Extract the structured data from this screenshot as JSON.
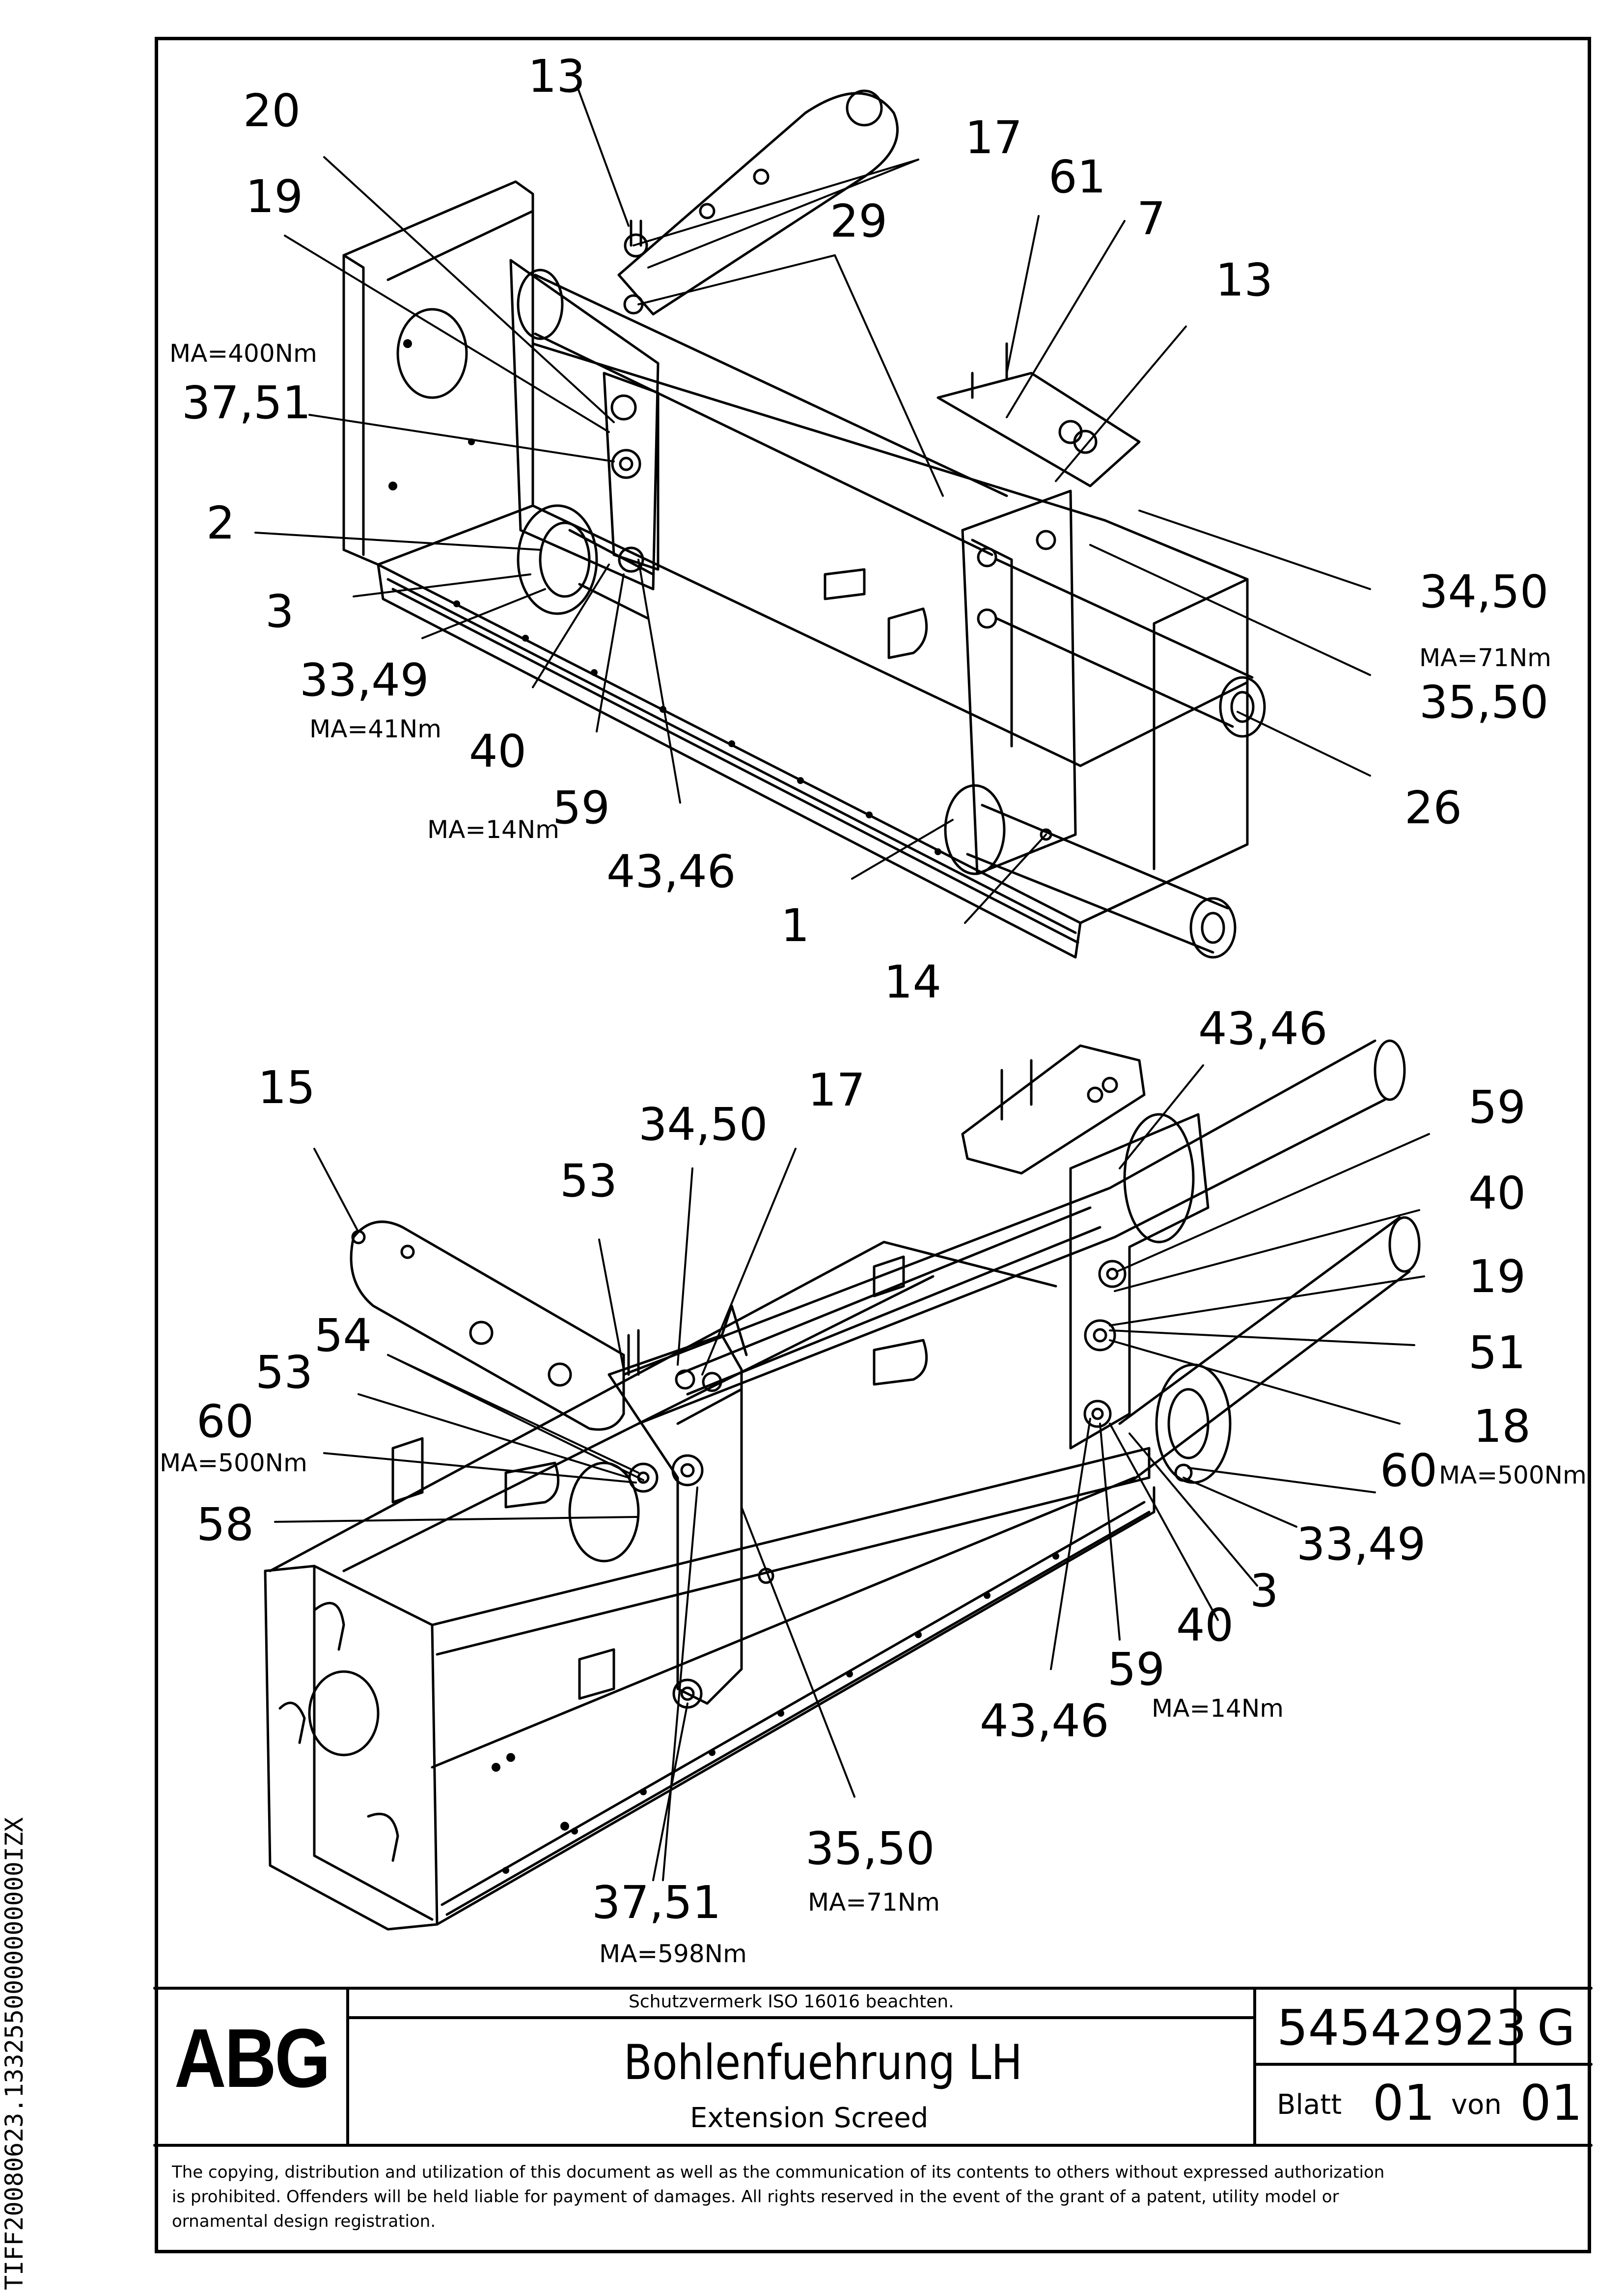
{
  "side_code": "TIFF20080623.1332550000000000IZX",
  "title_block": {
    "logo": "ABG",
    "notice": "Schutzvermerk ISO 16016 beachten.",
    "title_de": "Bohlenfuehrung LH",
    "title_en": "Extension Screed",
    "doc_number": "54542923",
    "revision": "G",
    "sheet_label": "Blatt",
    "sheet_number": "01",
    "of_label": "von",
    "total_sheets": "01",
    "legal_lines": [
      "The copying, distribution and utilization of this document as well as the communication of its contents to others without expressed authorization",
      "is prohibited. Offenders will be held liable for payment of damages. All rights reserved in the event of the grant of a patent, utility model or",
      "ornamental design registration."
    ]
  },
  "top_view": {
    "callouts": [
      "13",
      "20",
      "19",
      "17",
      "61",
      "29",
      "7",
      "13",
      "37,51",
      "2",
      "3",
      "33,49",
      "40",
      "59",
      "43,46",
      "1",
      "14",
      "26",
      "34,50",
      "35,50"
    ],
    "torques": [
      "MA=400Nm",
      "MA=41Nm",
      "MA=14Nm",
      "MA=71Nm"
    ]
  },
  "bottom_view": {
    "callouts": [
      "15",
      "34,50",
      "17",
      "53",
      "54",
      "53",
      "60",
      "58",
      "43,46",
      "59",
      "40",
      "19",
      "51",
      "18",
      "60",
      "33,49",
      "3",
      "40",
      "59",
      "43,46",
      "35,50",
      "37,51"
    ],
    "torques": [
      "MA=500Nm",
      "MA=500Nm",
      "MA=14Nm",
      "MA=71Nm",
      "MA=598Nm"
    ]
  }
}
